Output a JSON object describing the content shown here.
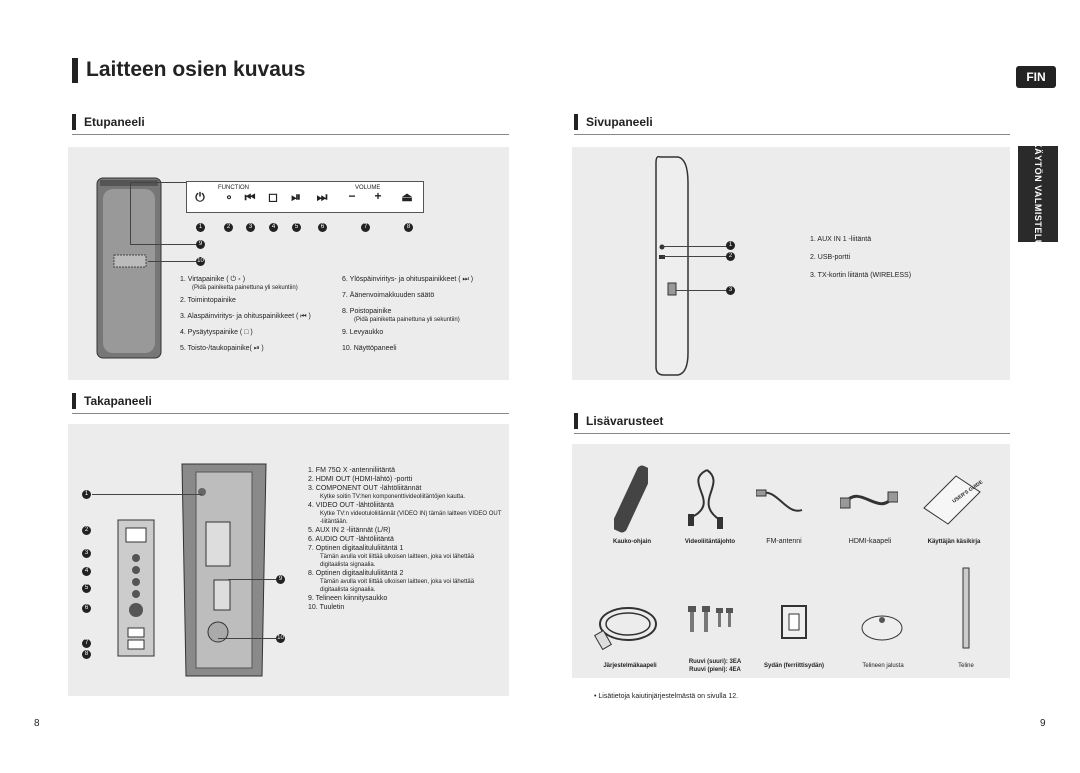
{
  "page_title": "Laitteen osien kuvaus",
  "language_tab": "FIN",
  "side_tab": "KÄYTÖN VALMISTELU",
  "front": {
    "heading": "Etupaneeli",
    "panel_labels": {
      "function": "FUNCTION",
      "volume": "VOLUME"
    },
    "callouts": [
      "1",
      "2",
      "3",
      "4",
      "5",
      "6",
      "7",
      "8",
      "9",
      "10"
    ],
    "items": [
      {
        "n": "1.",
        "text": "Virtapainike ( ⏻ ∘ )",
        "sub": "(Pidä painiketta painettuna yli sekuntiin)"
      },
      {
        "n": "2.",
        "text": "Toimintopainike",
        "sub": ""
      },
      {
        "n": "3.",
        "text": "Alaspäinviritys- ja ohituspainikkeet ( ⏮ )",
        "sub": ""
      },
      {
        "n": "4.",
        "text": "Pysäytyspainike ( □ )",
        "sub": ""
      },
      {
        "n": "5.",
        "text": "Toisto-/taukopainike( ⏯ )",
        "sub": ""
      },
      {
        "n": "6.",
        "text": "Ylöspäinviritys- ja ohituspainikkeet ( ⏭ )",
        "sub": ""
      },
      {
        "n": "7.",
        "text": "Äänenvoimakkuuden säätö",
        "sub": ""
      },
      {
        "n": "8.",
        "text": "Poistopainike",
        "sub": "(Pidä painiketta painettuna yli sekuntiin)"
      },
      {
        "n": "9.",
        "text": "Levyaukko",
        "sub": ""
      },
      {
        "n": "10.",
        "text": "Näyttöpaneeli",
        "sub": ""
      }
    ]
  },
  "back": {
    "heading": "Takapaneeli",
    "items": [
      {
        "n": "1.",
        "text": "FM 75Ω X -antenniliitäntä",
        "sub": ""
      },
      {
        "n": "2.",
        "text": "HDMI OUT (HDMI-lähtö) -portti",
        "sub": ""
      },
      {
        "n": "3.",
        "text": "COMPONENT OUT -lähtöliitännät",
        "sub": "Kytke soitin TV:hen komponenttivideoliitäntöjen kautta."
      },
      {
        "n": "4.",
        "text": "VIDEO OUT -lähtöliitäntä",
        "sub": "Kytke TV:n videotuloliitännät (VIDEO IN) tämän laitteen VIDEO OUT -liitäntään."
      },
      {
        "n": "5.",
        "text": "AUX IN 2 -liitännät (L/R)",
        "sub": ""
      },
      {
        "n": "6.",
        "text": "AUDIO OUT -lähtöliitäntä",
        "sub": ""
      },
      {
        "n": "7.",
        "text": "Optinen digitaalitululiitäntä 1",
        "sub": "Tämän avulla voit liittää ulkoisen laitteen, joka voi lähettää digitaalista signaalia."
      },
      {
        "n": "8.",
        "text": "Optinen digitaalitululiitäntä 2",
        "sub": "Tämän avulla voit liittää ulkoisen laitteen, joka voi lähettää digitaalista signaalia."
      },
      {
        "n": "9.",
        "text": "Telineen kiinnitysaukko",
        "sub": ""
      },
      {
        "n": "10.",
        "text": "Tuuletin",
        "sub": ""
      }
    ]
  },
  "side": {
    "heading": "Sivupaneeli",
    "items": [
      {
        "n": "1.",
        "text": "AUX IN 1 -liitäntä"
      },
      {
        "n": "2.",
        "text": "USB-portti"
      },
      {
        "n": "3.",
        "text": "TX-kortin liitäntä (WIRELESS)"
      }
    ]
  },
  "accessories": {
    "heading": "Lisävarusteet",
    "row1": [
      "Kauko-ohjain",
      "Videoliitäntäjohto",
      "FM-antenni",
      "HDMI-kaapeli",
      "Käyttäjän käsikirja"
    ],
    "row2": [
      "Järjestelmäkaapeli",
      "Ruuvi (suuri): 3EA",
      "Ruuvi (pieni): 4EA",
      "Sydän (ferriittisydän)",
      "Telineen jalusta",
      "Teline"
    ],
    "manual_cover": "USER'S GUIDE",
    "note": "Lisätietoja kaiutinjärjestelmästä on sivulla 12."
  },
  "pages": {
    "left": "8",
    "right": "9"
  }
}
